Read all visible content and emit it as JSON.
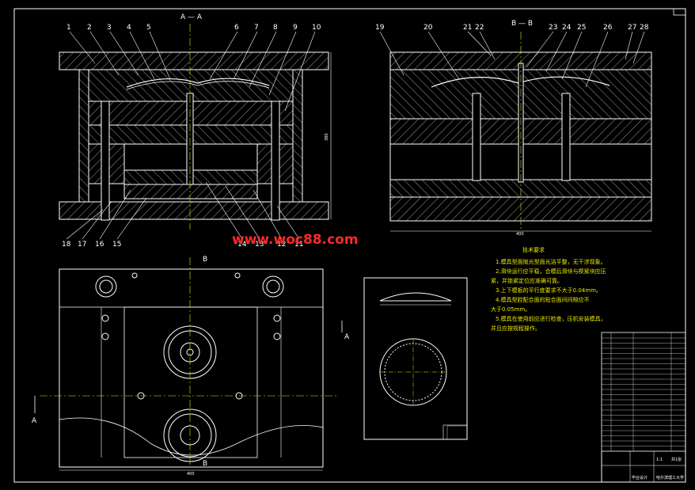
{
  "section_labels": {
    "aa": "A — A",
    "bb": "B — B",
    "a": "A",
    "b": "B"
  },
  "callouts_top_left": [
    "1",
    "2",
    "3",
    "4",
    "5",
    "6",
    "7",
    "8",
    "9",
    "10"
  ],
  "callouts_bottom_left": [
    "18",
    "17",
    "16",
    "15"
  ],
  "callouts_bottom_left_2": [
    "14",
    "13",
    "12",
    "11"
  ],
  "callouts_top_right": [
    "19",
    "20",
    "21",
    "22",
    "23",
    "24",
    "25",
    "26",
    "27",
    "28"
  ],
  "dimensions": {
    "width_right": "400",
    "width_plan": "400",
    "height_left": "380"
  },
  "watermark": "www.woc88.com",
  "tech_requirements": {
    "title": "技术要求",
    "lines": [
      "1.模具型面抛光型面光洁平整，无干涉现象。",
      "2.滑块运行应平稳，合模后滑块与楔紧块应压",
      "紧，并锁紧定位应准确可靠。",
      "3.上下模板的平行度要求不大于0.04mm。",
      "4.模具型腔配合面的贴合面间间隙应不",
      "大于0.05mm。",
      "5.模具在使用前应进行检查，压机安装模具，",
      "并且应按规程操作。"
    ]
  },
  "title_block": {
    "drawing_title": "毕业设计",
    "school": "哈尔滨理工大学",
    "scale": "1:1",
    "sheet": "共1张"
  },
  "colors": {
    "background": "#000000",
    "lines": "#ffffff",
    "hatch": "#ffffff",
    "center_lines": "#e8e800",
    "dimension": "#ffffff",
    "watermark": "#ff2a2a"
  }
}
